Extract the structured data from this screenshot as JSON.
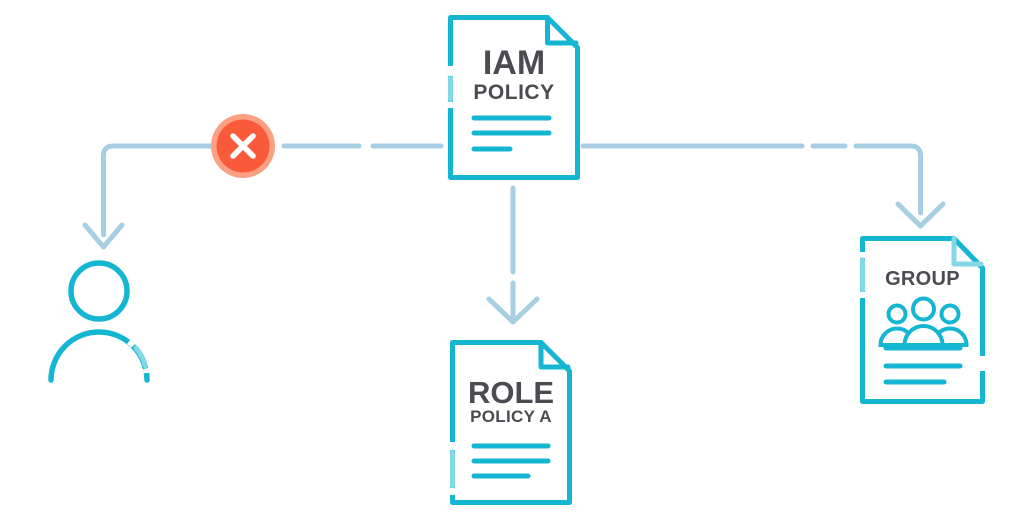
{
  "nodes": {
    "iam_policy": {
      "title": "IAM",
      "subtitle": "POLICY",
      "icon": "document-icon"
    },
    "role_policy": {
      "title": "ROLE",
      "subtitle": "POLICY A",
      "icon": "document-icon"
    },
    "group": {
      "title": "GROUP",
      "icon": "group-document-icon"
    },
    "user": {
      "icon": "user-icon"
    }
  },
  "relations": [
    {
      "from": "iam_policy",
      "to": "user",
      "status": "denied",
      "marker": "deny-icon"
    },
    {
      "from": "iam_policy",
      "to": "role_policy",
      "status": "allowed"
    },
    {
      "from": "iam_policy",
      "to": "group",
      "status": "allowed"
    }
  ],
  "colors": {
    "teal": "#14B6D2",
    "teal_light": "#82D8E6",
    "arrow": "#A8CEE3",
    "deny": "#F95A3A",
    "deny_ring": "#FBA083",
    "ink": "#4B4B52",
    "paper": "#FFFFFF"
  }
}
